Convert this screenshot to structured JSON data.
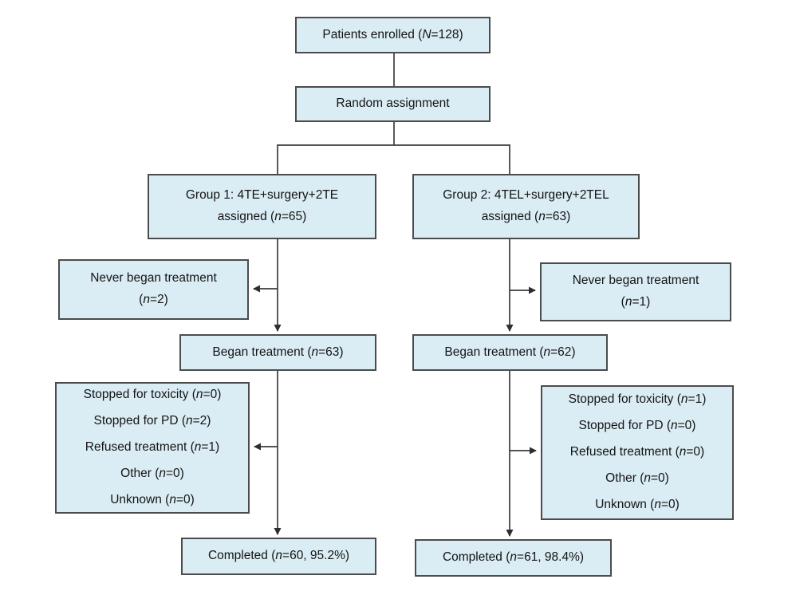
{
  "diagram": {
    "type": "consort-flowchart",
    "colors": {
      "box_fill": "#daecf4",
      "box_border": "#4c4c4c",
      "connector": "#3c3c3c",
      "text": "#141414",
      "background": "#ffffff"
    }
  },
  "boxes": {
    "enrolled": {
      "pre": "Patients enrolled (",
      "var": "N",
      "post": "=128)"
    },
    "random": {
      "label": "Random assignment"
    },
    "group1": {
      "line1": "Group 1: 4TE+surgery+2TE",
      "pre": "assigned (",
      "var": "n",
      "post": "=65)"
    },
    "group2": {
      "line1": "Group 2: 4TEL+surgery+2TEL",
      "pre": "assigned (",
      "var": "n",
      "post": "=63)"
    },
    "never_left": {
      "line1": "Never began treatment",
      "pre": "(",
      "var": "n",
      "post": "=2)"
    },
    "never_right": {
      "line1": "Never began treatment",
      "pre": "(",
      "var": "n",
      "post": "=1)"
    },
    "began_left": {
      "pre": "Began treatment (",
      "var": "n",
      "post": "=63)"
    },
    "began_right": {
      "pre": "Began treatment (",
      "var": "n",
      "post": "=62)"
    },
    "stopped_left": {
      "lines": [
        {
          "pre": "Stopped for toxicity (",
          "var": "n",
          "post": "=0)"
        },
        {
          "pre": "Stopped for PD (",
          "var": "n",
          "post": "=2)"
        },
        {
          "pre": "Refused treatment (",
          "var": "n",
          "post": "=1)"
        },
        {
          "pre": "Other (",
          "var": "n",
          "post": "=0)"
        },
        {
          "pre": "Unknown (",
          "var": "n",
          "post": "=0)"
        }
      ]
    },
    "stopped_right": {
      "lines": [
        {
          "pre": "Stopped for toxicity (",
          "var": "n",
          "post": "=1)"
        },
        {
          "pre": "Stopped for PD (",
          "var": "n",
          "post": "=0)"
        },
        {
          "pre": "Refused treatment (",
          "var": "n",
          "post": "=0)"
        },
        {
          "pre": "Other (",
          "var": "n",
          "post": "=0)"
        },
        {
          "pre": "Unknown (",
          "var": "n",
          "post": "=0)"
        }
      ]
    },
    "completed_left": {
      "pre": "Completed (",
      "var": "n",
      "post": "=60, 95.2%)"
    },
    "completed_right": {
      "pre": "Completed (",
      "var": "n",
      "post": "=61, 98.4%)"
    }
  }
}
